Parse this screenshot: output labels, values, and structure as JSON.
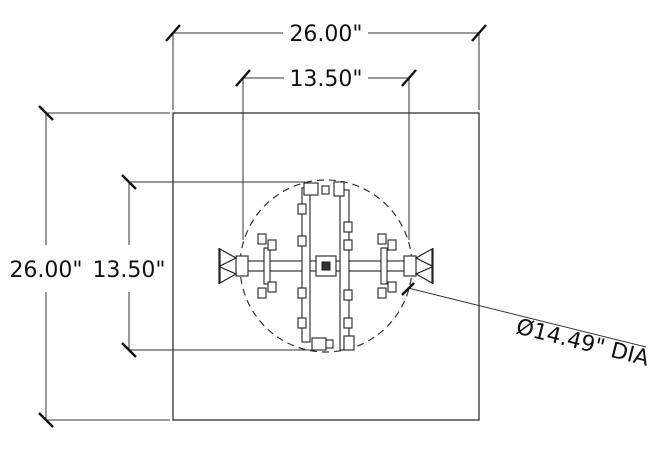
{
  "dimensions": {
    "outer_width": "26.00\"",
    "inner_width": "13.50\"",
    "outer_height": "26.00\"",
    "inner_height": "13.50\"",
    "diameter": "Ø14.49\" DIA"
  }
}
